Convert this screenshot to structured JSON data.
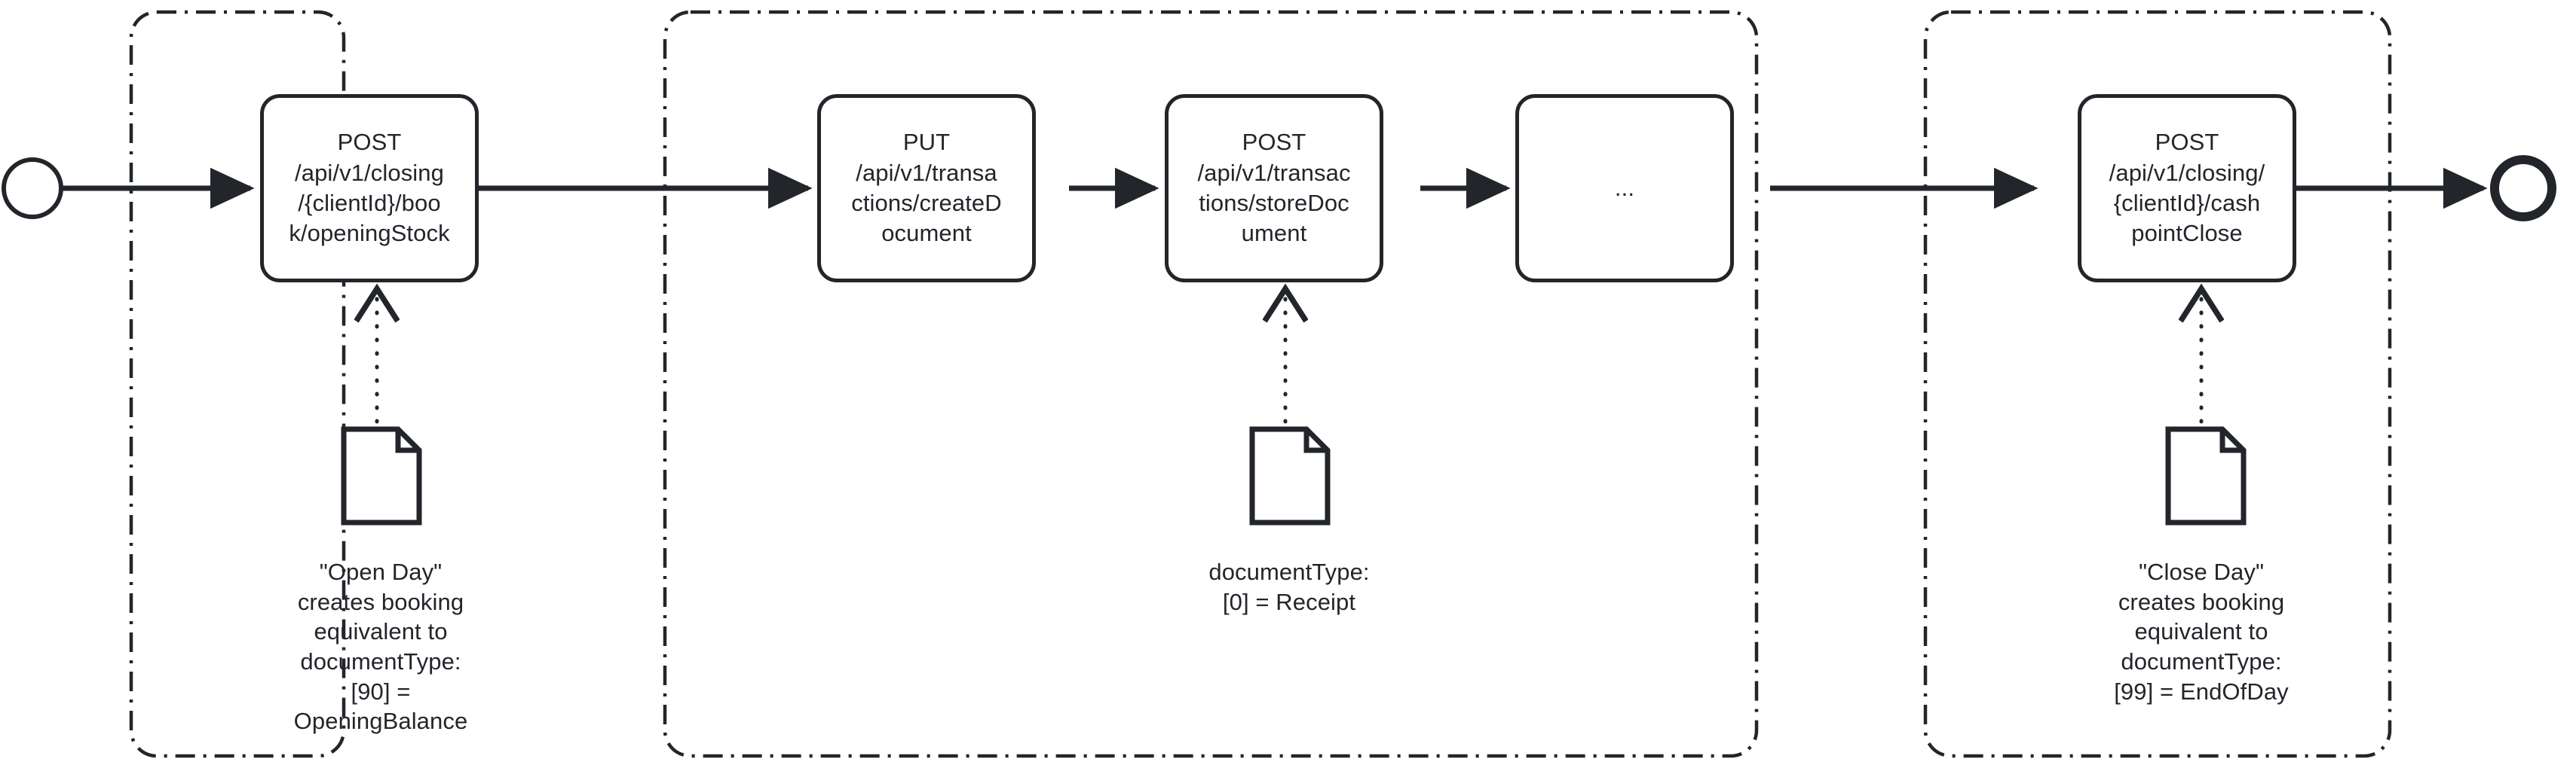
{
  "diagram": {
    "title": "Cash point day flow (API sequence)",
    "stroke_color": "#22252a",
    "background": "#ffffff",
    "start_event": {
      "name": "start-event",
      "shape": "circle"
    },
    "end_event": {
      "name": "end-event",
      "shape": "circle-thick"
    },
    "groups": [
      {
        "id": "group-open-day",
        "label": ""
      },
      {
        "id": "group-transactions",
        "label": ""
      },
      {
        "id": "group-close-day",
        "label": ""
      }
    ],
    "nodes": [
      {
        "id": "node-opening-stock",
        "method": "POST",
        "path": "/api/v1/closing/{clientId}/book/openingStock",
        "text": "POST\n/api/v1/closing\n/{clientId}/boo\nk/openingStock"
      },
      {
        "id": "node-create-document",
        "method": "PUT",
        "path": "/api/v1/transactions/createDocument",
        "text": "PUT\n/api/v1/transa\nctions/createD\nocument"
      },
      {
        "id": "node-store-document",
        "method": "POST",
        "path": "/api/v1/transactions/storeDocument",
        "text": "POST\n/api/v1/transac\ntions/storeDoc\nument"
      },
      {
        "id": "node-more",
        "method": "",
        "path": "",
        "text": "..."
      },
      {
        "id": "node-cashpoint-close",
        "method": "POST",
        "path": "/api/v1/closing/{clientId}/cashpointClose",
        "text": "POST\n/api/v1/closing/\n{clientId}/cash\npointClose"
      }
    ],
    "annotations": [
      {
        "id": "annotation-open-day",
        "icon": "document-icon",
        "text": "\"Open Day\"\ncreates booking\nequivalent to\ndocumentType:\n[90] =\nOpeningBalance"
      },
      {
        "id": "annotation-receipt",
        "icon": "document-icon",
        "text": "documentType:\n[0] = Receipt"
      },
      {
        "id": "annotation-close-day",
        "icon": "document-icon",
        "text": "\"Close Day\"\ncreates booking\nequivalent to\ndocumentType:\n[99] = EndOfDay"
      }
    ]
  }
}
